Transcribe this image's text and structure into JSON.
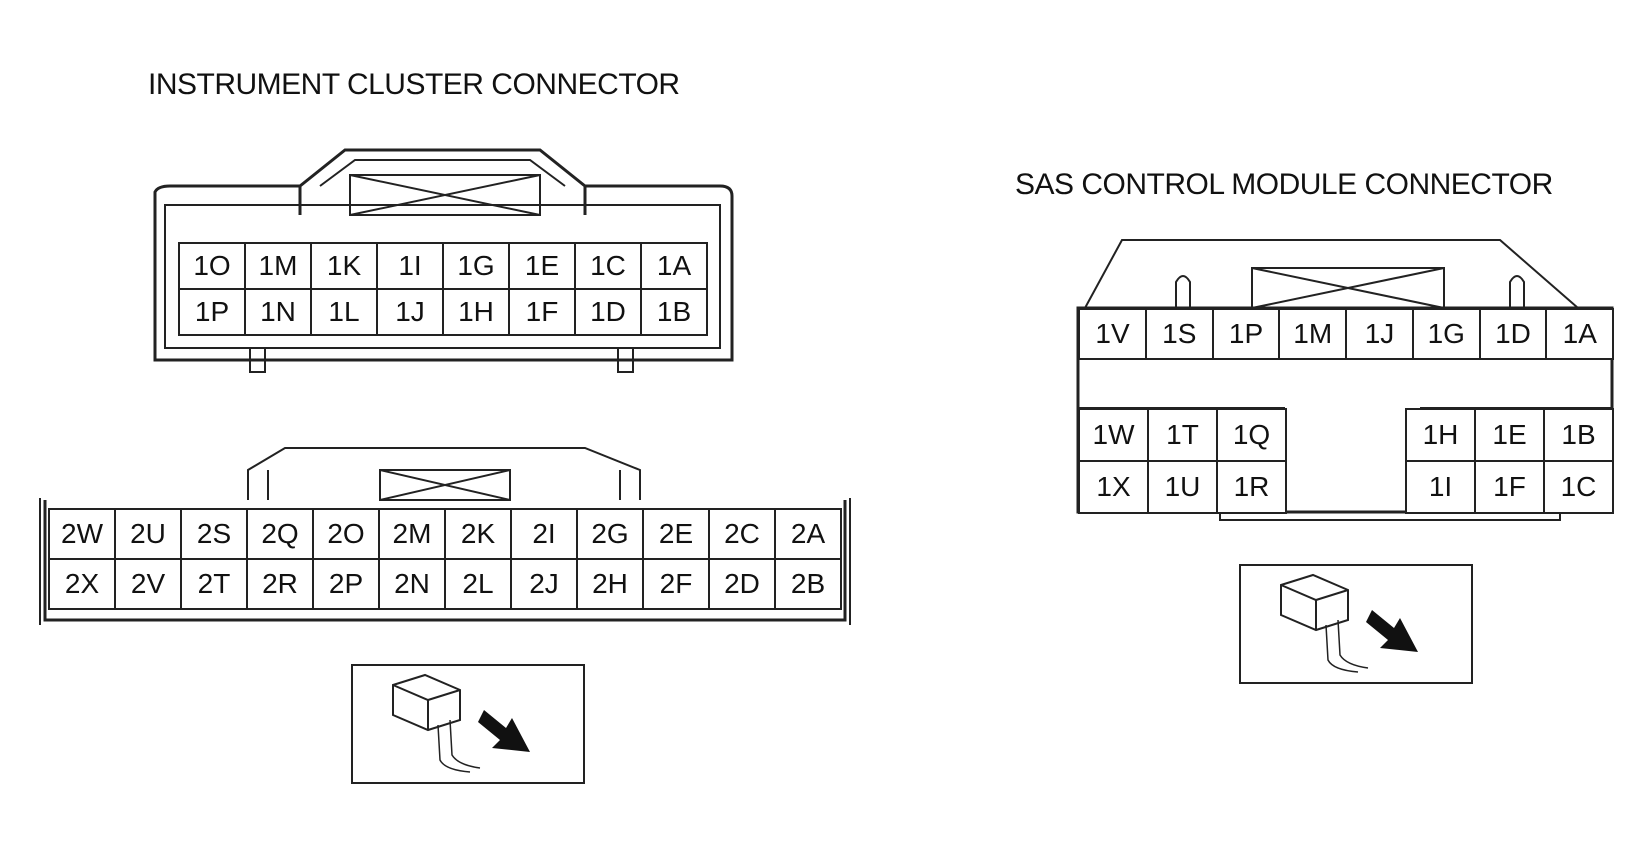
{
  "instrument_cluster": {
    "title": "INSTRUMENT CLUSTER CONNECTOR",
    "connector1_rows": [
      [
        "1O",
        "1M",
        "1K",
        "1I",
        "1G",
        "1E",
        "1C",
        "1A"
      ],
      [
        "1P",
        "1N",
        "1L",
        "1J",
        "1H",
        "1F",
        "1D",
        "1B"
      ]
    ],
    "connector2_rows": [
      [
        "2W",
        "2U",
        "2S",
        "2Q",
        "2O",
        "2M",
        "2K",
        "2I",
        "2G",
        "2E",
        "2C",
        "2A"
      ],
      [
        "2X",
        "2V",
        "2T",
        "2R",
        "2P",
        "2N",
        "2L",
        "2J",
        "2H",
        "2F",
        "2D",
        "2B"
      ]
    ]
  },
  "sas_module": {
    "title": "SAS CONTROL MODULE CONNECTOR",
    "top_row": [
      "1V",
      "1S",
      "1P",
      "1M",
      "1J",
      "1G",
      "1D",
      "1A"
    ],
    "left_block": [
      [
        "1W",
        "1T",
        "1Q"
      ],
      [
        "1X",
        "1U",
        "1R"
      ]
    ],
    "right_block": [
      [
        "1H",
        "1E",
        "1B"
      ],
      [
        "1I",
        "1F",
        "1C"
      ]
    ]
  }
}
